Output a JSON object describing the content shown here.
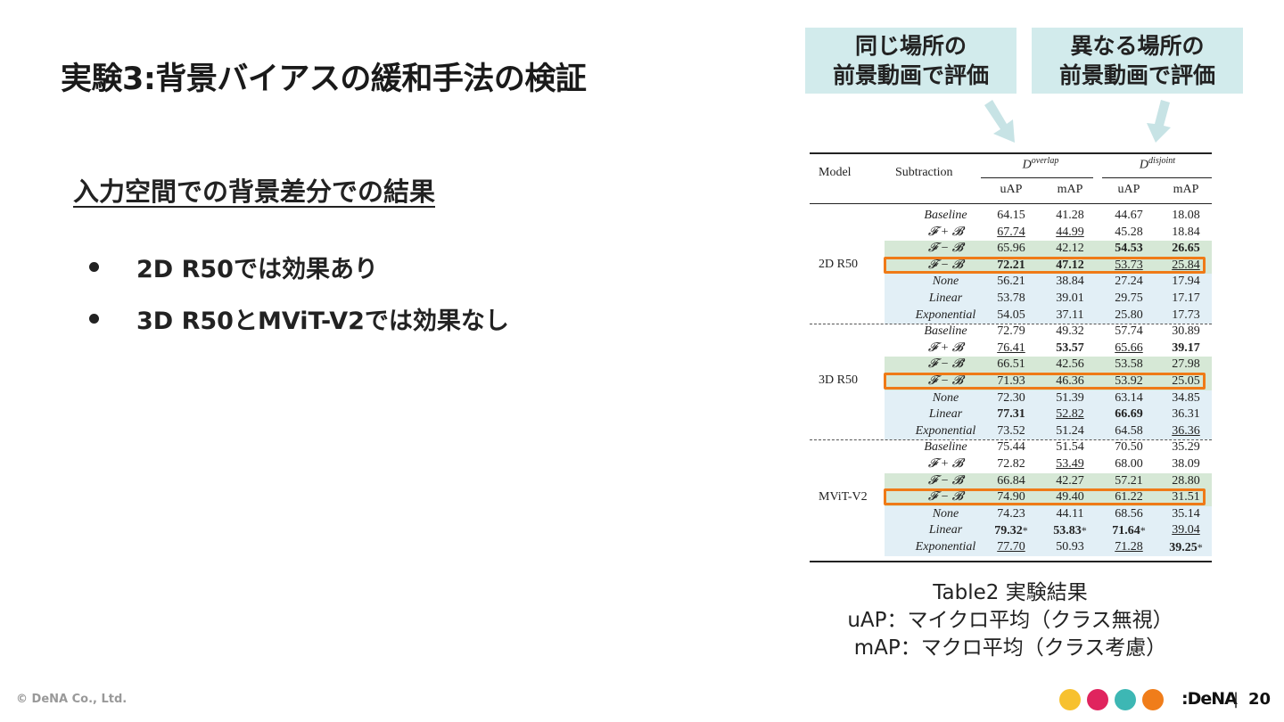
{
  "slide": {
    "title": "実験3:背景バイアスの緩和手法の検証",
    "subtitle": "入力空間での背景差分での結果",
    "bullets": [
      "2D R50では効果あり",
      "3D R50とMViT-V2では効果なし"
    ],
    "page_number": "20",
    "copyright": "© DeNA Co., Ltd.",
    "logo_text": ":DeNA",
    "separator": "|",
    "brand_dot_colors": [
      "#f7c12f",
      "#e0245e",
      "#3db7b4",
      "#f07d1a"
    ]
  },
  "callouts": {
    "left": [
      "同じ場所の",
      "前景動画で評価"
    ],
    "right": [
      "異なる場所の",
      "前景動画で評価"
    ],
    "color": "#d2ebec",
    "arrow_color": "#c7e3e5"
  },
  "caption": {
    "line1": "Table2 実験結果",
    "line2": "uAP：マイクロ平均（クラス無視）",
    "line3": "mAP：マクロ平均（クラス考慮）"
  },
  "table": {
    "headers": {
      "model": "Model",
      "subtraction": "Subtraction",
      "overlap_symbol": "D",
      "overlap_sup": "overlap",
      "disjoint_symbol": "D",
      "disjoint_sup": "disjoint",
      "uap": "uAP",
      "map": "mAP"
    },
    "highlight_color": "#ef7a17",
    "groups": [
      {
        "model": "2D R50",
        "rows": [
          {
            "sub": "Baseline",
            "bg": "none",
            "hl": false,
            "v": [
              {
                "t": "64.15"
              },
              {
                "t": "41.28"
              },
              {
                "t": "44.67"
              },
              {
                "t": "18.08"
              }
            ]
          },
          {
            "sub": "𝓕 + 𝓑",
            "bg": "none",
            "hl": false,
            "v": [
              {
                "t": "67.74",
                "u": true
              },
              {
                "t": "44.99",
                "u": true
              },
              {
                "t": "45.28"
              },
              {
                "t": "18.84"
              }
            ]
          },
          {
            "sub": "𝓕 − 𝓑̃",
            "bg": "green",
            "hl": false,
            "v": [
              {
                "t": "65.96"
              },
              {
                "t": "42.12"
              },
              {
                "t": "54.53",
                "b": true
              },
              {
                "t": "26.65",
                "b": true
              }
            ]
          },
          {
            "sub": "𝓕 − 𝓑",
            "bg": "green",
            "hl": true,
            "v": [
              {
                "t": "72.21",
                "b": true
              },
              {
                "t": "47.12",
                "b": true
              },
              {
                "t": "53.73",
                "u": true
              },
              {
                "t": "25.84",
                "u": true
              }
            ]
          },
          {
            "sub": "None",
            "bg": "blue",
            "hl": false,
            "v": [
              {
                "t": "56.21"
              },
              {
                "t": "38.84"
              },
              {
                "t": "27.24"
              },
              {
                "t": "17.94"
              }
            ]
          },
          {
            "sub": "Linear",
            "bg": "blue",
            "hl": false,
            "v": [
              {
                "t": "53.78"
              },
              {
                "t": "39.01"
              },
              {
                "t": "29.75"
              },
              {
                "t": "17.17"
              }
            ]
          },
          {
            "sub": "Exponential",
            "bg": "blue",
            "hl": false,
            "v": [
              {
                "t": "54.05"
              },
              {
                "t": "37.11"
              },
              {
                "t": "25.80"
              },
              {
                "t": "17.73"
              }
            ]
          }
        ]
      },
      {
        "model": "3D R50",
        "rows": [
          {
            "sub": "Baseline",
            "bg": "none",
            "hl": false,
            "v": [
              {
                "t": "72.79"
              },
              {
                "t": "49.32"
              },
              {
                "t": "57.74"
              },
              {
                "t": "30.89"
              }
            ]
          },
          {
            "sub": "𝓕 + 𝓑",
            "bg": "none",
            "hl": false,
            "v": [
              {
                "t": "76.41",
                "u": true
              },
              {
                "t": "53.57",
                "b": true
              },
              {
                "t": "65.66",
                "u": true
              },
              {
                "t": "39.17",
                "b": true
              }
            ]
          },
          {
            "sub": "𝓕 − 𝓑̃",
            "bg": "green",
            "hl": false,
            "v": [
              {
                "t": "66.51"
              },
              {
                "t": "42.56"
              },
              {
                "t": "53.58"
              },
              {
                "t": "27.98"
              }
            ]
          },
          {
            "sub": "𝓕 − 𝓑",
            "bg": "green",
            "hl": true,
            "v": [
              {
                "t": "71.93"
              },
              {
                "t": "46.36"
              },
              {
                "t": "53.92"
              },
              {
                "t": "25.05"
              }
            ]
          },
          {
            "sub": "None",
            "bg": "blue",
            "hl": false,
            "v": [
              {
                "t": "72.30"
              },
              {
                "t": "51.39"
              },
              {
                "t": "63.14"
              },
              {
                "t": "34.85"
              }
            ]
          },
          {
            "sub": "Linear",
            "bg": "blue",
            "hl": false,
            "v": [
              {
                "t": "77.31",
                "b": true
              },
              {
                "t": "52.82",
                "u": true
              },
              {
                "t": "66.69",
                "b": true
              },
              {
                "t": "36.31"
              }
            ]
          },
          {
            "sub": "Exponential",
            "bg": "blue",
            "hl": false,
            "v": [
              {
                "t": "73.52"
              },
              {
                "t": "51.24"
              },
              {
                "t": "64.58"
              },
              {
                "t": "36.36",
                "u": true
              }
            ]
          }
        ]
      },
      {
        "model": "MViT-V2",
        "rows": [
          {
            "sub": "Baseline",
            "bg": "none",
            "hl": false,
            "v": [
              {
                "t": "75.44"
              },
              {
                "t": "51.54"
              },
              {
                "t": "70.50"
              },
              {
                "t": "35.29"
              }
            ]
          },
          {
            "sub": "𝓕 + 𝓑",
            "bg": "none",
            "hl": false,
            "v": [
              {
                "t": "72.82"
              },
              {
                "t": "53.49",
                "u": true
              },
              {
                "t": "68.00"
              },
              {
                "t": "38.09"
              }
            ]
          },
          {
            "sub": "𝓕 − 𝓑̃",
            "bg": "green",
            "hl": false,
            "v": [
              {
                "t": "66.84"
              },
              {
                "t": "42.27"
              },
              {
                "t": "57.21"
              },
              {
                "t": "28.80"
              }
            ]
          },
          {
            "sub": "𝓕 − 𝓑",
            "bg": "green",
            "hl": true,
            "v": [
              {
                "t": "74.90"
              },
              {
                "t": "49.40"
              },
              {
                "t": "61.22"
              },
              {
                "t": "31.51"
              }
            ]
          },
          {
            "sub": "None",
            "bg": "blue",
            "hl": false,
            "v": [
              {
                "t": "74.23"
              },
              {
                "t": "44.11"
              },
              {
                "t": "68.56"
              },
              {
                "t": "35.14"
              }
            ]
          },
          {
            "sub": "Linear",
            "bg": "blue",
            "hl": false,
            "v": [
              {
                "t": "79.32",
                "b": true,
                "s": "*"
              },
              {
                "t": "53.83",
                "b": true,
                "s": "*"
              },
              {
                "t": "71.64",
                "b": true,
                "s": "*"
              },
              {
                "t": "39.04",
                "u": true
              }
            ]
          },
          {
            "sub": "Exponential",
            "bg": "blue",
            "hl": false,
            "v": [
              {
                "t": "77.70",
                "u": true
              },
              {
                "t": "50.93"
              },
              {
                "t": "71.28",
                "u": true
              },
              {
                "t": "39.25",
                "b": true,
                "s": "*"
              }
            ]
          }
        ]
      }
    ]
  }
}
